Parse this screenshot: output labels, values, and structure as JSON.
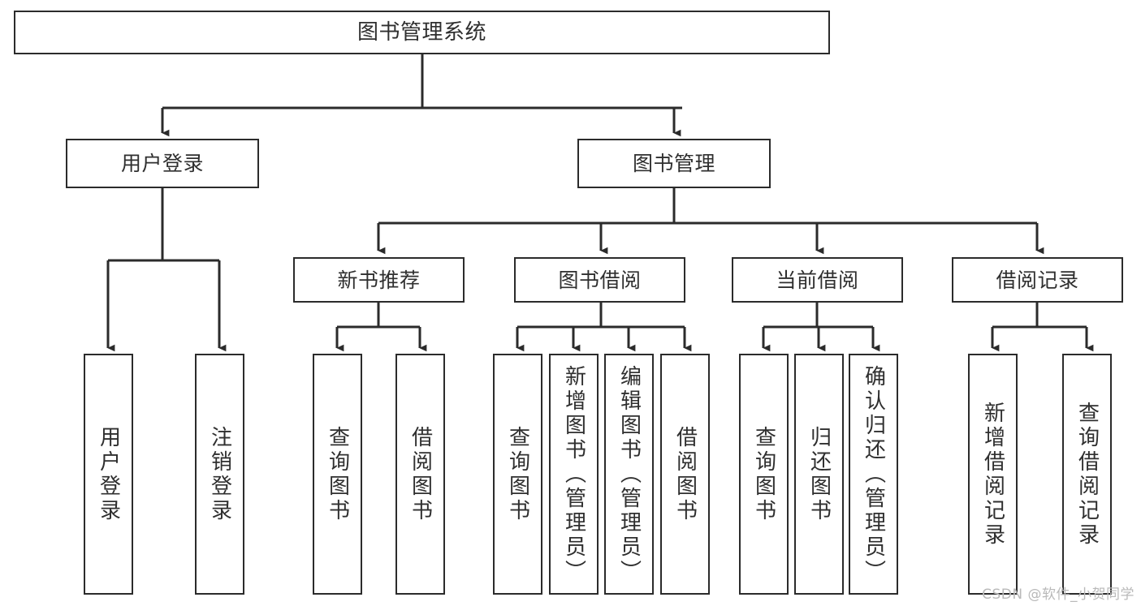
{
  "diagram": {
    "type": "tree-hierarchy",
    "title": "图书管理系统",
    "watermark": "CSDN @软件_小贺同学",
    "colors": {
      "border": "#2b2b2b",
      "text": "#2f2f2f",
      "background": "#ffffff",
      "edge": "#2b2b2b",
      "watermark": "#b9b9b9"
    },
    "nodes": {
      "root": {
        "label": "图书管理系统"
      },
      "level2": [
        {
          "label": "用户登录"
        },
        {
          "label": "图书管理"
        }
      ],
      "level3": [
        {
          "label": "新书推荐"
        },
        {
          "label": "图书借阅"
        },
        {
          "label": "当前借阅"
        },
        {
          "label": "借阅记录"
        }
      ],
      "leaves": [
        {
          "label": "用户登录"
        },
        {
          "label": "注销登录"
        },
        {
          "label": "查询图书"
        },
        {
          "label": "借阅图书"
        },
        {
          "label": "查询图书"
        },
        {
          "label": "新增图书（管理员）"
        },
        {
          "label": "编辑图书（管理员）"
        },
        {
          "label": "借阅图书"
        },
        {
          "label": "查询图书"
        },
        {
          "label": "归还图书"
        },
        {
          "label": "确认归还（管理员）"
        },
        {
          "label": "新增借阅记录"
        },
        {
          "label": "查询借阅记录"
        }
      ]
    },
    "edges": [
      {
        "from": "图书管理系统",
        "to": "用户登录"
      },
      {
        "from": "图书管理系统",
        "to": "图书管理"
      },
      {
        "from": "用户登录",
        "to": "用户登录"
      },
      {
        "from": "用户登录",
        "to": "注销登录"
      },
      {
        "from": "图书管理",
        "to": "新书推荐"
      },
      {
        "from": "图书管理",
        "to": "图书借阅"
      },
      {
        "from": "图书管理",
        "to": "当前借阅"
      },
      {
        "from": "图书管理",
        "to": "借阅记录"
      },
      {
        "from": "新书推荐",
        "to": "查询图书"
      },
      {
        "from": "新书推荐",
        "to": "借阅图书"
      },
      {
        "from": "图书借阅",
        "to": "查询图书"
      },
      {
        "from": "图书借阅",
        "to": "新增图书（管理员）"
      },
      {
        "from": "图书借阅",
        "to": "编辑图书（管理员）"
      },
      {
        "from": "图书借阅",
        "to": "借阅图书"
      },
      {
        "from": "当前借阅",
        "to": "查询图书"
      },
      {
        "from": "当前借阅",
        "to": "归还图书"
      },
      {
        "from": "当前借阅",
        "to": "确认归还（管理员）"
      },
      {
        "from": "借阅记录",
        "to": "新增借阅记录"
      },
      {
        "from": "借阅记录",
        "to": "查询借阅记录"
      }
    ]
  }
}
